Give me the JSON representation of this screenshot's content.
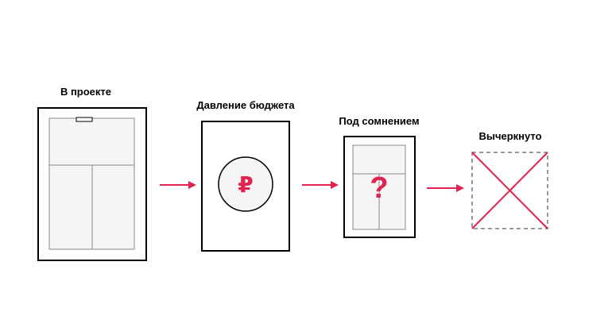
{
  "stages": [
    {
      "label": "В проекте"
    },
    {
      "label": "Давление бюджета",
      "symbol": "₽"
    },
    {
      "label": "Под сомнением",
      "symbol": "?"
    },
    {
      "label": "Вычеркнуто"
    }
  ],
  "colors": {
    "accent": "#e0244f",
    "outline": "#000000",
    "panel_fill": "#f5f5f5",
    "panel_line": "#888888",
    "dashed": "#777777"
  }
}
